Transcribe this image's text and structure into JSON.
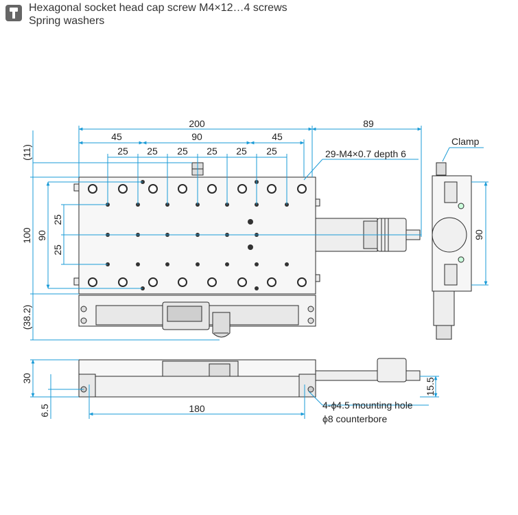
{
  "header": {
    "line1": "Hexagonal socket head cap screw M4×12…4 screws",
    "line2": "Spring washers",
    "icon": "screw-info-icon"
  },
  "dimensions": {
    "overall_width": "200",
    "right_extent": "89",
    "seg_45_left": "45",
    "seg_90": "90",
    "seg_45_right": "45",
    "pitch_25": [
      "25",
      "25",
      "25",
      "25",
      "25",
      "25"
    ],
    "top_offset": "(11)",
    "height_100": "100",
    "height_90_left": "90",
    "pitch_25_v_upper": "25",
    "pitch_25_v_lower": "25",
    "bottom_extent": "(38.2)",
    "side_90": "90",
    "front_height_30": "30",
    "front_6_5": "6.5",
    "front_180": "180",
    "front_15_5": "15.5"
  },
  "labels": {
    "tapped_holes": "29-M4×0.7 depth 6",
    "clamp": "Clamp",
    "mounting_hole": "4-ϕ4.5 mounting hole",
    "counterbore": "ϕ8 counterbore"
  },
  "colors": {
    "line": "#2a2a2a",
    "dimension": "#1a9bd7",
    "hole_fill": "#3a3a3a",
    "metal": "#f2f2f2"
  }
}
